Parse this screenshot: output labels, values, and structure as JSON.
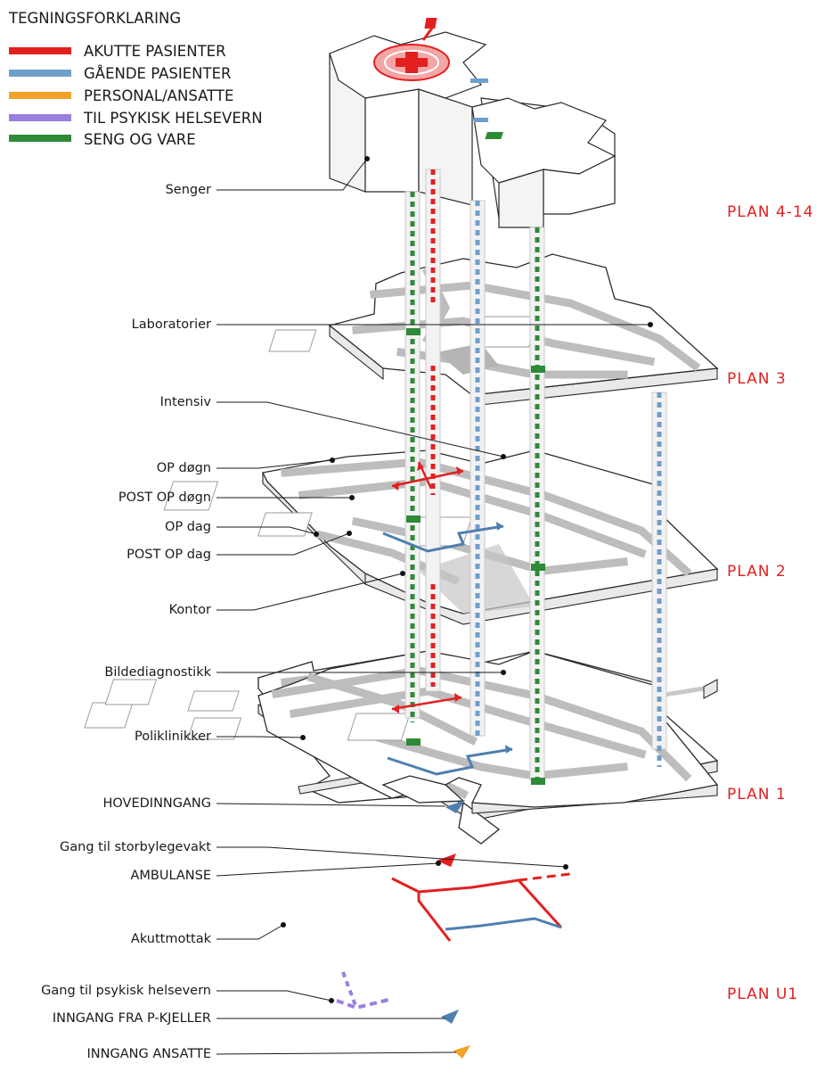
{
  "legend": {
    "title": "TEGNINGSFORKLARING",
    "items": [
      {
        "label": "AKUTTE PASIENTER",
        "color": "#e32020"
      },
      {
        "label": "GÅENDE PASIENTER",
        "color": "#6f9fcb"
      },
      {
        "label": "PERSONAL/ANSATTE",
        "color": "#f2a227"
      },
      {
        "label": "TIL PSYKISK HELSEVERN",
        "color": "#9b7fe0"
      },
      {
        "label": "SENG OG VARE",
        "color": "#2f8a38"
      }
    ]
  },
  "plan_color": "#e32020",
  "plans": [
    "PLAN 4-14",
    "PLAN 3",
    "PLAN 2",
    "PLAN 1",
    "PLAN U1"
  ],
  "callouts": [
    "Senger",
    "Laboratorier",
    "Intensiv",
    "OP døgn",
    "POST OP døgn",
    "OP dag",
    "POST OP dag",
    "Kontor",
    "Bildediagnostikk",
    "Poliklinikker",
    "HOVEDINNGANG",
    "Gang til storbylegevakt",
    "AMBULANSE",
    "Akuttmottak",
    "Gang til psykisk helsevern",
    "INNGANG FRA P-KJELLER",
    "INNGANG ANSATTE"
  ]
}
